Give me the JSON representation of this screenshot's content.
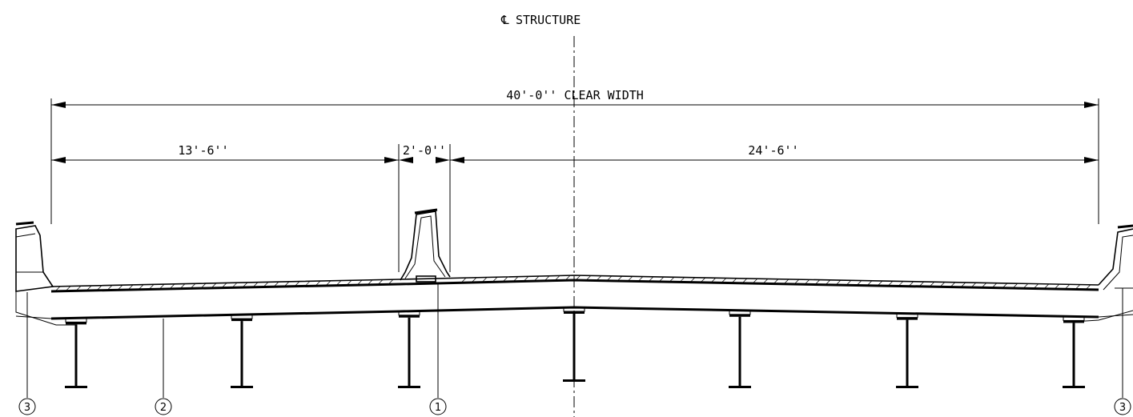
{
  "centerline": {
    "symbol": "℄",
    "label": "STRUCTURE"
  },
  "dimensions": {
    "overall": "40'-0'' CLEAR WIDTH",
    "left_lane": "13'-6''",
    "median": "2'-0''",
    "right_lane": "24'-6''"
  },
  "callouts": {
    "left_barrier": "3",
    "deck": "2",
    "median_barrier": "1",
    "right_barrier": "3"
  }
}
